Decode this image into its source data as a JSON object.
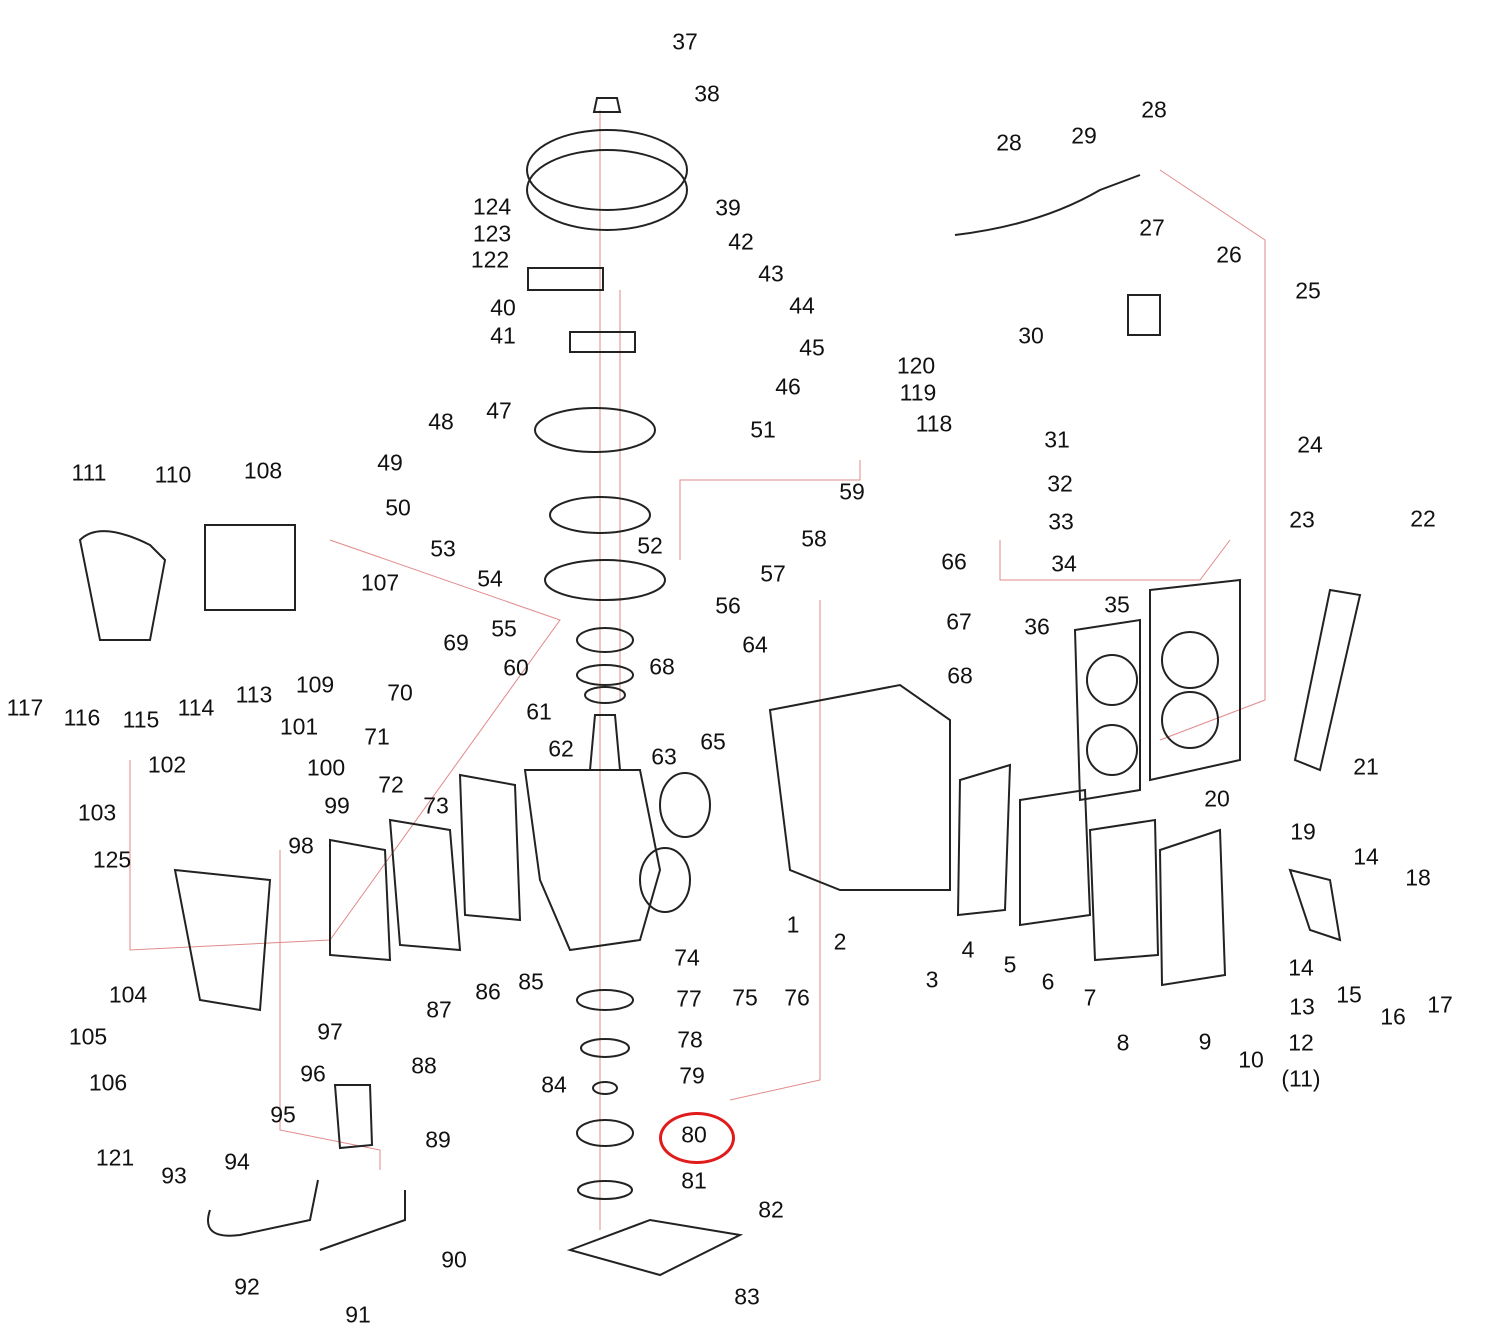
{
  "diagram": {
    "type": "exploded-parts-diagram",
    "highlight_color": "#e01b1b",
    "highlighted_part": "80",
    "callouts": [
      "37",
      "38",
      "124",
      "123",
      "122",
      "39",
      "42",
      "43",
      "40",
      "41",
      "44",
      "45",
      "46",
      "120",
      "119",
      "118",
      "47",
      "51",
      "48",
      "49",
      "50",
      "53",
      "52",
      "54",
      "55",
      "59",
      "58",
      "57",
      "56",
      "60",
      "61",
      "62",
      "63",
      "68",
      "64",
      "65",
      "66",
      "67",
      "68",
      "69",
      "70",
      "71",
      "72",
      "73",
      "111",
      "110",
      "108",
      "107",
      "117",
      "116",
      "115",
      "114",
      "113",
      "109",
      "101",
      "102",
      "100",
      "99",
      "103",
      "125",
      "98",
      "104",
      "105",
      "106",
      "97",
      "96",
      "95",
      "88",
      "87",
      "86",
      "85",
      "84",
      "74",
      "75",
      "76",
      "77",
      "78",
      "79",
      "80",
      "81",
      "82",
      "83",
      "89",
      "90",
      "91",
      "92",
      "93",
      "94",
      "121",
      "1",
      "2",
      "3",
      "4",
      "5",
      "6",
      "7",
      "8",
      "9",
      "10",
      "12",
      "(11)",
      "13",
      "14",
      "14",
      "15",
      "16",
      "17",
      "18",
      "19",
      "20",
      "21",
      "22",
      "23",
      "24",
      "25",
      "26",
      "27",
      "28",
      "29",
      "28",
      "30",
      "31",
      "32",
      "33",
      "34",
      "35",
      "36"
    ]
  }
}
